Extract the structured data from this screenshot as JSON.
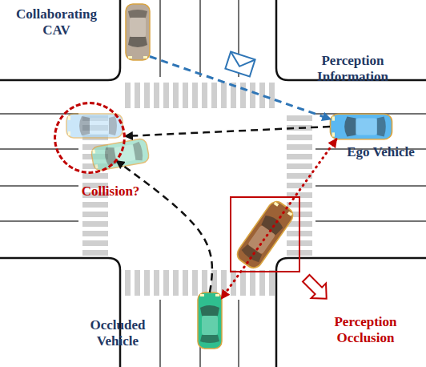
{
  "diagram": {
    "nodes": [
      {
        "text": [
          "Collaborating CAV"
        ]
      },
      {
        "text": [
          "Collision?"
        ]
      },
      {
        "text": [
          "Ego Vehicle"
        ]
      },
      {
        "text": [
          "Perception Occlusion"
        ]
      },
      {
        "text": [
          "Occluded Vehicle"
        ]
      }
    ],
    "edges": [
      {
        "from": 0,
        "to": 2,
        "arrow": "to",
        "label": "Perception Information"
      },
      {
        "from": 2,
        "to": 1,
        "arrow": "to"
      },
      {
        "from": 4,
        "to": 1,
        "arrow": "to"
      },
      {
        "from": 2,
        "to": 4,
        "arrow": "both"
      }
    ]
  }
}
